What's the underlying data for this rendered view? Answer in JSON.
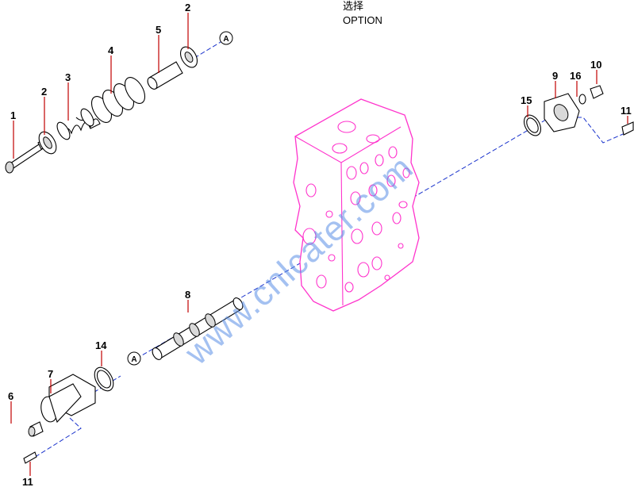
{
  "header": {
    "chinese": "选择",
    "english": "OPTION"
  },
  "watermark": "www.cnlcater.com",
  "reference_mark": "A",
  "callouts": {
    "c1": "1",
    "c2a": "2",
    "c2b": "2",
    "c3": "3",
    "c4": "4",
    "c5": "5",
    "c6": "6",
    "c7": "7",
    "c8": "8",
    "c9": "9",
    "c10": "10",
    "c11a": "11",
    "c11b": "11",
    "c14": "14",
    "c15": "15",
    "c16": "16"
  },
  "colors": {
    "body": "#ff33cc",
    "axis": "#1a33cc",
    "leader": "#c00000",
    "watermark": "#5b8fe6"
  }
}
